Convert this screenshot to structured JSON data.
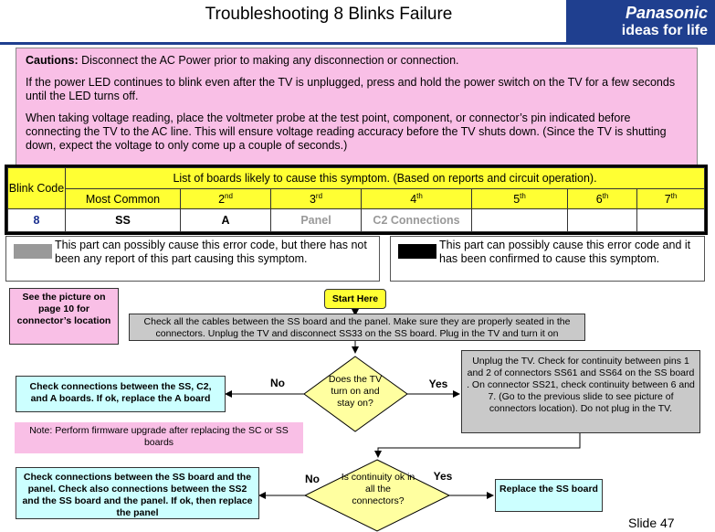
{
  "header": {
    "title": "Troubleshooting 8 Blinks Failure",
    "brand": "Panasonic",
    "tagline": "ideas for life"
  },
  "caution": {
    "label": "Cautions:",
    "line1": " Disconnect the AC Power prior to making any disconnection or connection.",
    "para2": "If the power LED continues to blink even after the TV is unplugged, press and hold the power switch on the TV for a few seconds until the LED turns off.",
    "para3": "When taking voltage reading, place the voltmeter probe at the test point, component, or connector’s pin indicated before connecting the TV to the AC line. This will ensure voltage reading accuracy before the TV shuts down. (Since the TV is shutting down, expect the voltage to only come up a couple of seconds.)"
  },
  "table": {
    "blink_code_header": "Blink Code",
    "boards_header": "List of boards likely to cause this symptom. (Based on reports and circuit operation).",
    "columns": [
      {
        "num": "Most Common",
        "sup": ""
      },
      {
        "num": "2",
        "sup": "nd"
      },
      {
        "num": "3",
        "sup": "rd"
      },
      {
        "num": "4",
        "sup": "th"
      },
      {
        "num": "5",
        "sup": "th"
      },
      {
        "num": "6",
        "sup": "th"
      },
      {
        "num": "7",
        "sup": "th"
      }
    ],
    "row": {
      "code": "8",
      "cells": [
        "SS",
        "A",
        "Panel",
        "C2 Connections",
        "",
        "",
        ""
      ]
    }
  },
  "legend": {
    "gray_text": "This part can possibly cause this error code, but there has not been any report of this part causing this symptom.",
    "black_text": "This part can possibly cause this error code and it has been confirmed to cause this symptom."
  },
  "flow": {
    "picture_note": "See the picture on page 10 for connector’s location",
    "start": "Start Here",
    "step1": "Check all the cables between the SS board and the panel. Make sure they are properly seated in the connectors. Unplug the TV and disconnect SS33 on the SS board. Plug in the TV and turn it on",
    "decision1": "Does the TV turn on and stay on?",
    "no1": "No",
    "yes1": "Yes",
    "left1": "Check connections between the SS, C2, and A boards. If ok, replace the A board",
    "right1": "Unplug the TV. Check for continuity between pins 1 and 2 of connectors SS61 and SS64 on the SS board . On connector SS21, check continuity between 6 and 7. (Go to the previous slide to see picture of connectors location). Do not plug in the TV.",
    "firmware_note": "Note: Perform firmware upgrade after replacing the SC or SS boards",
    "decision2": "Is continuity ok in all the connectors?",
    "no2": "No",
    "yes2": "Yes",
    "left2": "Check connections between the SS board and the panel. Check also connections between the SS2 and the SS board and the panel. If ok, then replace the panel",
    "right2": "Replace the SS board"
  },
  "footer": {
    "slide": "Slide 47"
  },
  "colors": {
    "brand": "#1f3f8f",
    "caution_bg": "#f9bfe6",
    "table_header": "#ffff33",
    "action_box": "#ccffff",
    "process_box": "#c9c9c9",
    "start_box": "#ffff33",
    "legend_gray": "#999999",
    "legend_black": "#000000"
  }
}
